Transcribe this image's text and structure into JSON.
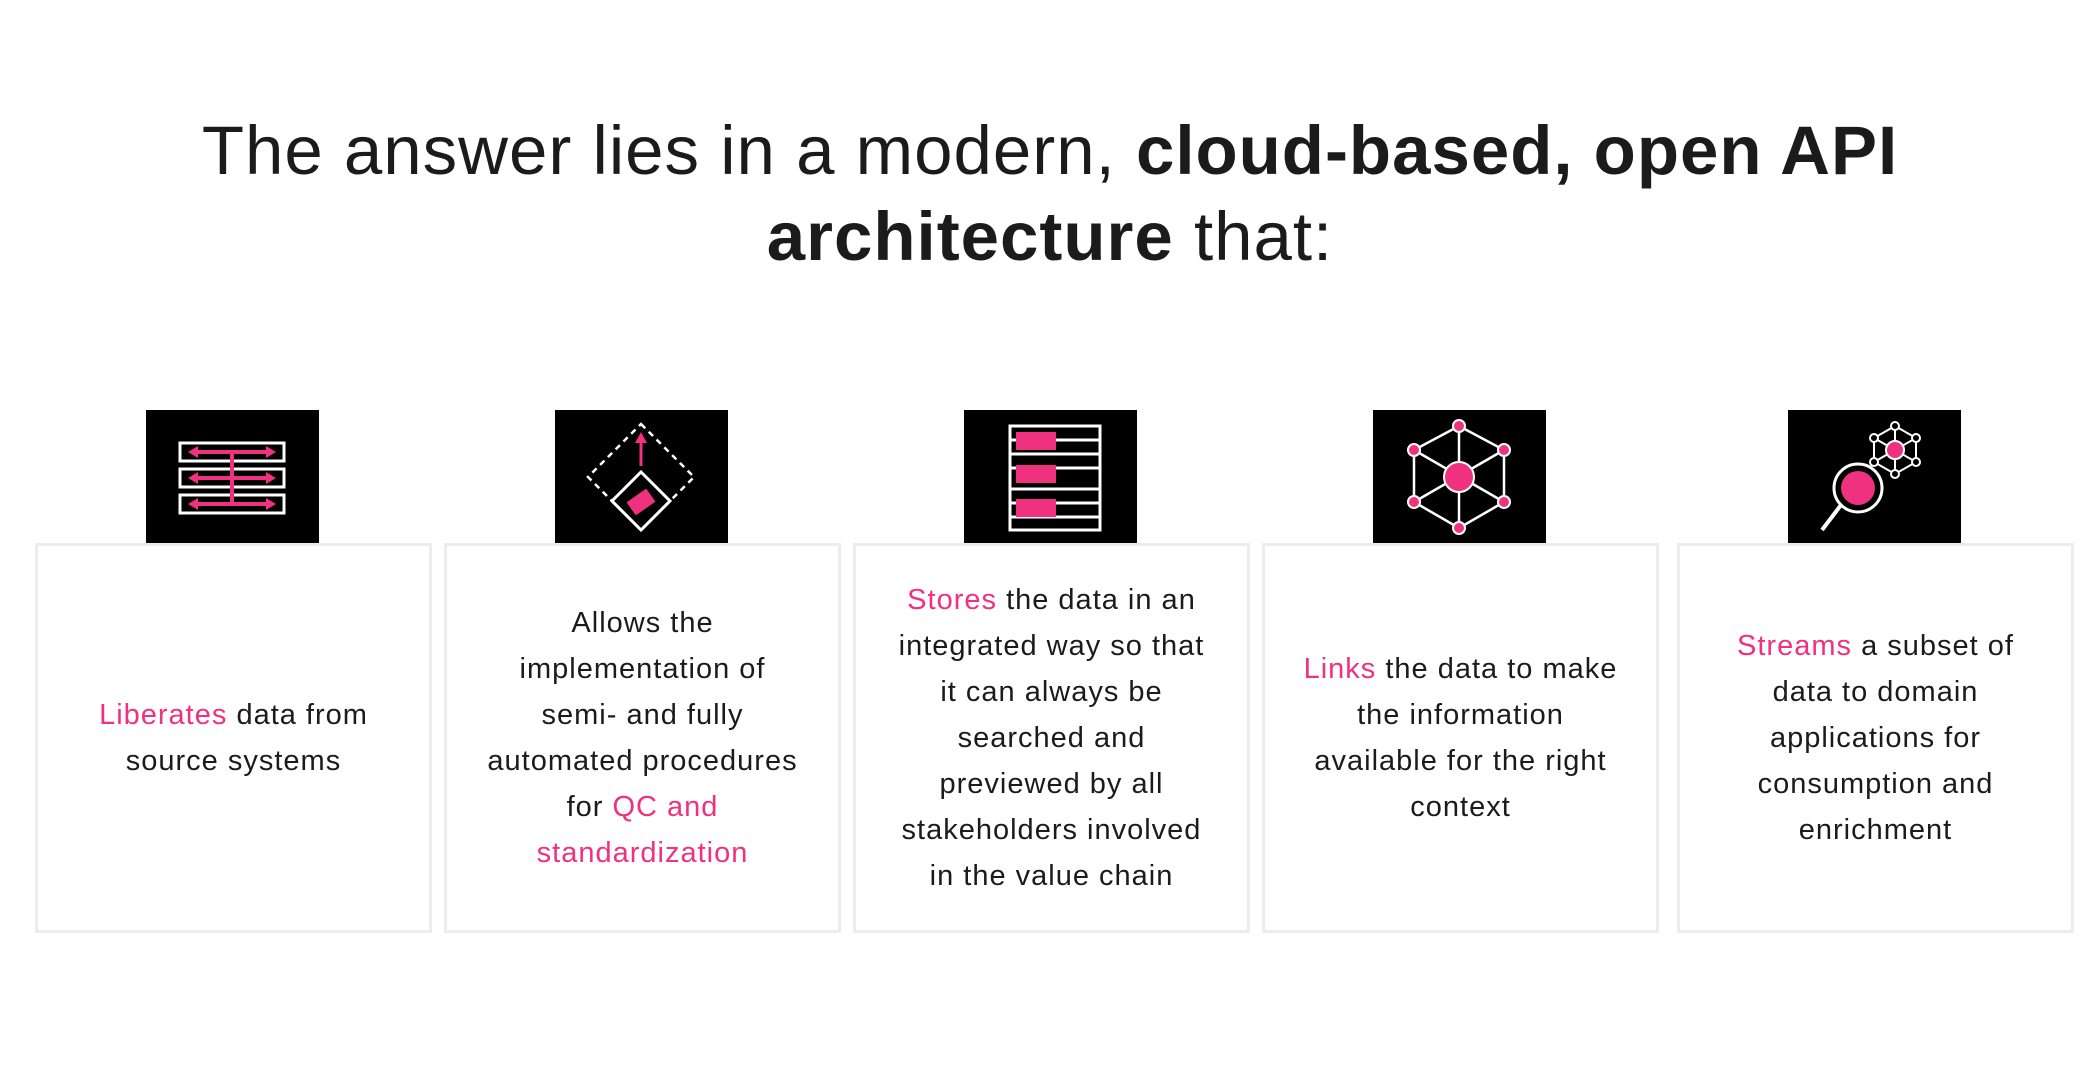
{
  "headline": {
    "line1_normal": "The answer lies in a modern,",
    "line1_bold": "cloud-based, open API",
    "line2_bold": "architecture",
    "line2_normal": "that:"
  },
  "cards": [
    {
      "icon": "liberate-arrows-icon",
      "highlight": "Liberates",
      "text": "data from source systems"
    },
    {
      "icon": "upgrade-diamond-icon",
      "text": "Allows the implementation of semi- and fully automated procedures for",
      "highlight": "QC and standardization"
    },
    {
      "icon": "storage-rows-icon",
      "highlight": "Stores",
      "text": "the data in an integrated way so that it can always be searched and previewed by all stakeholders involved in the value chain"
    },
    {
      "icon": "network-links-icon",
      "highlight": "Links",
      "text": "the data to make the information available for the right context"
    },
    {
      "icon": "stream-search-icon",
      "highlight": "Streams",
      "text": "a subset of data to domain applications for consumption and enrichment"
    }
  ],
  "colors": {
    "accent": "#f0317f",
    "text": "#1b1b1b",
    "icon_bg": "#000000",
    "card_border": "#ececec"
  }
}
